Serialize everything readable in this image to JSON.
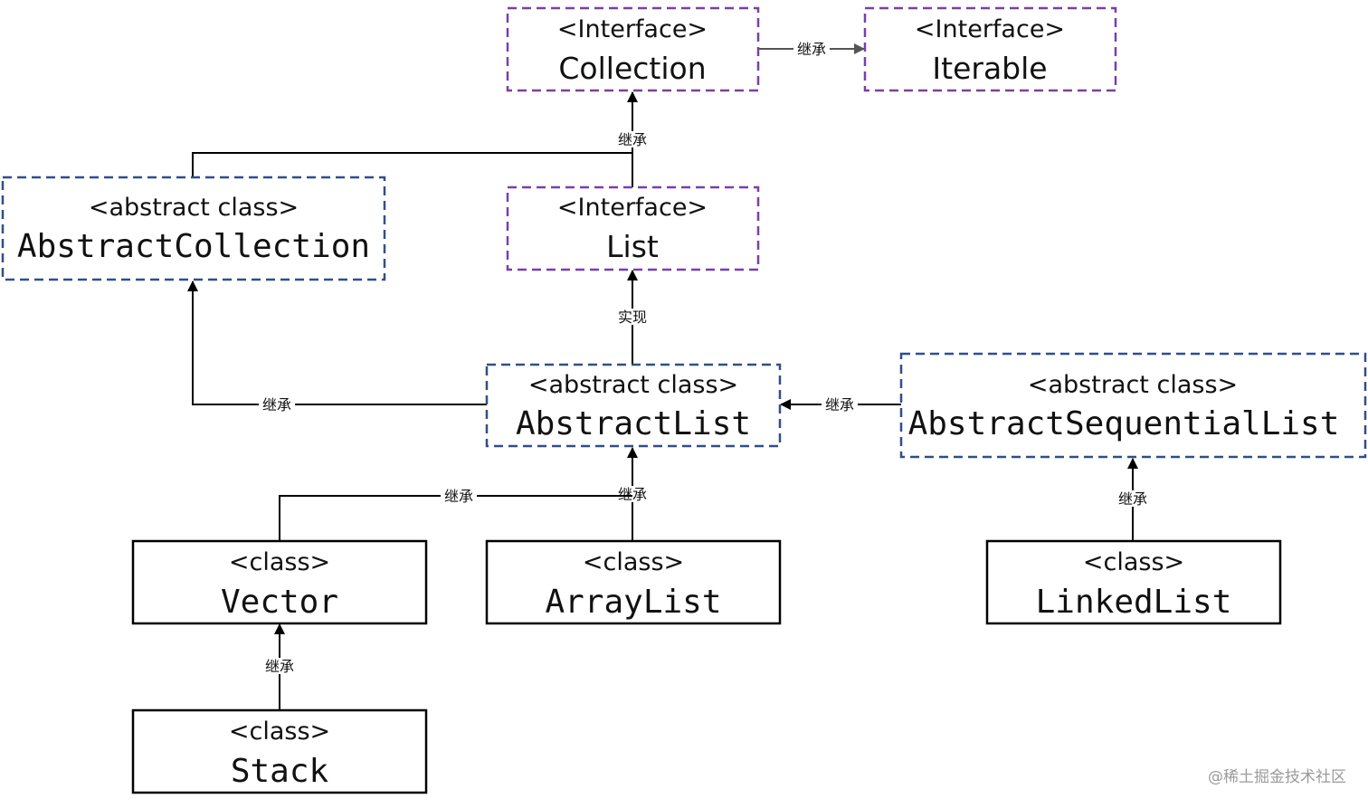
{
  "colors": {
    "interface_border": "#7b3fa8",
    "abstract_border": "#2f4f8a",
    "class_border": "#000000",
    "edge_grey": "#555555",
    "watermark": "#9a9a9a"
  },
  "nodes": {
    "collection": {
      "stereotype": "<Interface>",
      "name": "Collection"
    },
    "iterable": {
      "stereotype": "<Interface>",
      "name": "Iterable"
    },
    "list": {
      "stereotype": "<Interface>",
      "name": "List"
    },
    "abstract_collection": {
      "stereotype": "<abstract class>",
      "name": "AbstractCollection"
    },
    "abstract_list": {
      "stereotype": "<abstract class>",
      "name": "AbstractList"
    },
    "abstract_sequential_list": {
      "stereotype": "<abstract class>",
      "name": "AbstractSequentialList"
    },
    "vector": {
      "stereotype": "<class>",
      "name": "Vector"
    },
    "array_list": {
      "stereotype": "<class>",
      "name": "ArrayList"
    },
    "linked_list": {
      "stereotype": "<class>",
      "name": "LinkedList"
    },
    "stack": {
      "stereotype": "<class>",
      "name": "Stack"
    }
  },
  "edges": {
    "collection_iterable": "继承",
    "list_collection": "继承",
    "abstract_list_list": "实现",
    "abstract_list_abstract_collection": "继承",
    "abstract_sequential_list_abstract_list": "继承",
    "vector_abstract_list": "继承",
    "array_list_abstract_list": "继承",
    "linked_list_abstract_sequential_list": "继承",
    "stack_vector": "继承"
  },
  "watermark": "@稀土掘金技术社区"
}
